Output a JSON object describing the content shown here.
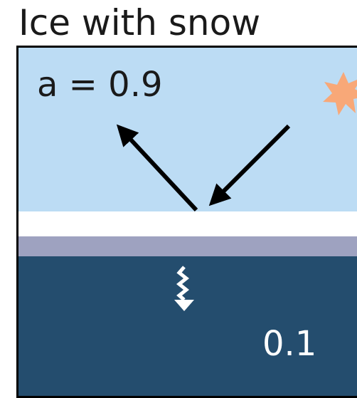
{
  "title": "Ice with snow",
  "albedo_label": "a = 0.9",
  "transmitted_label": "0.1",
  "colors": {
    "sky": "#bcdcf4",
    "snow": "#ffffff",
    "ice": "#9ea2c0",
    "water": "#244d6e",
    "sun": "#f8a878",
    "arrow": "#000000",
    "transmitted_arrow": "#ffffff"
  },
  "icons": [
    "sun-icon",
    "incoming-radiation-arrow",
    "reflected-radiation-arrow",
    "transmitted-radiation-arrow"
  ]
}
